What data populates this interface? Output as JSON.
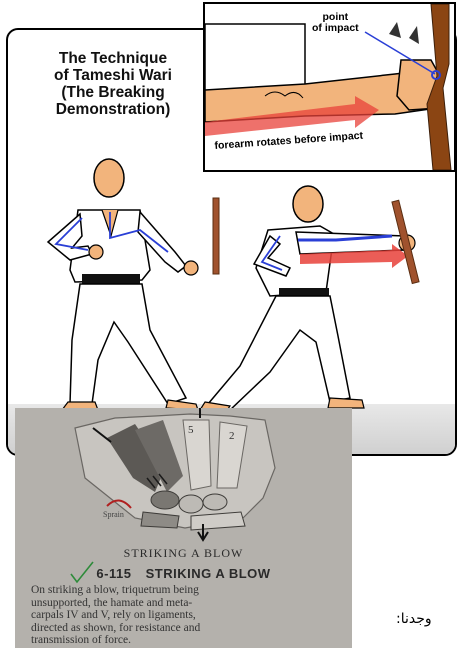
{
  "title_lines": [
    "The Technique",
    "of Tameshi Wari",
    "(The Breaking",
    "Demonstration)"
  ],
  "inset": {
    "point_of_impact": [
      "point",
      "of impact"
    ],
    "forearm_caption": "forearm rotates before impact"
  },
  "photo": {
    "finger_labels": [
      "5",
      "2"
    ],
    "sprain_label": "Sprain",
    "heading": "STRIKING A BLOW",
    "figure_number": "6-115",
    "figure_title": "STRIKING A BLOW",
    "body_lines": [
      "On striking a blow, triquetrum being",
      "unsupported, the hamate and meta-",
      "carpals IV and V, rely on ligaments,",
      "directed as shown, for resistance and",
      "transmission of force."
    ]
  },
  "arabic_text": "وجدنا:",
  "colors": {
    "skin": "#f2b47c",
    "board": "#a0522d",
    "arrow": "#e8413a",
    "bone_line": "#2a3fd6"
  }
}
